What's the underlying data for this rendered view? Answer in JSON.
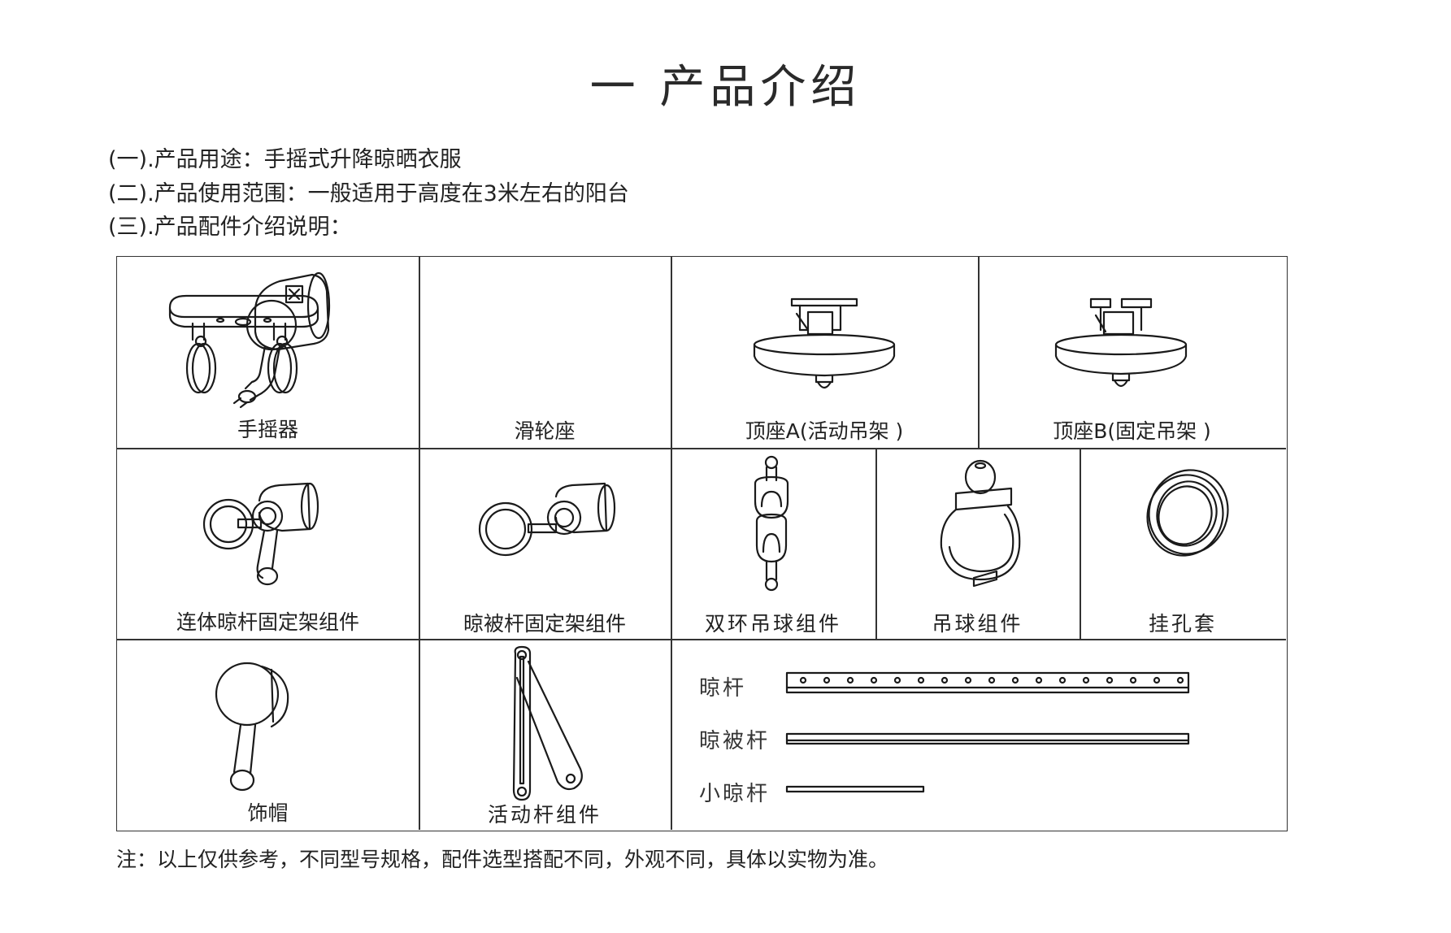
{
  "title": "一  产品介绍",
  "intro": {
    "line1": "(一).产品用途：手摇式升降晾晒衣服",
    "line2": "(二).产品使用范围：一般适用于高度在3米左右的阳台",
    "line3": "(三).产品配件介绍说明："
  },
  "parts": {
    "hand_crank": "手摇器",
    "pulley_base": "滑轮座",
    "top_base_a": "顶座A(活动吊架 )",
    "top_base_b": "顶座B(固定吊架 )",
    "integrated_bracket": "连体晾杆固定架组件",
    "quilt_rod_bracket": "晾被杆固定架组件",
    "double_ring_ball": "双环吊球组件",
    "hanging_ball": "吊球组件",
    "hole_sleeve": "挂孔套",
    "decorative_cap": "饰帽",
    "movable_rod": "活动杆组件"
  },
  "rods": {
    "drying_rod": "晾杆",
    "quilt_rod": "晾被杆",
    "small_rod": "小晾杆"
  },
  "note": "注：以上仅供参考，不同型号规格，配件选型搭配不同，外观不同，具体以实物为准。"
}
